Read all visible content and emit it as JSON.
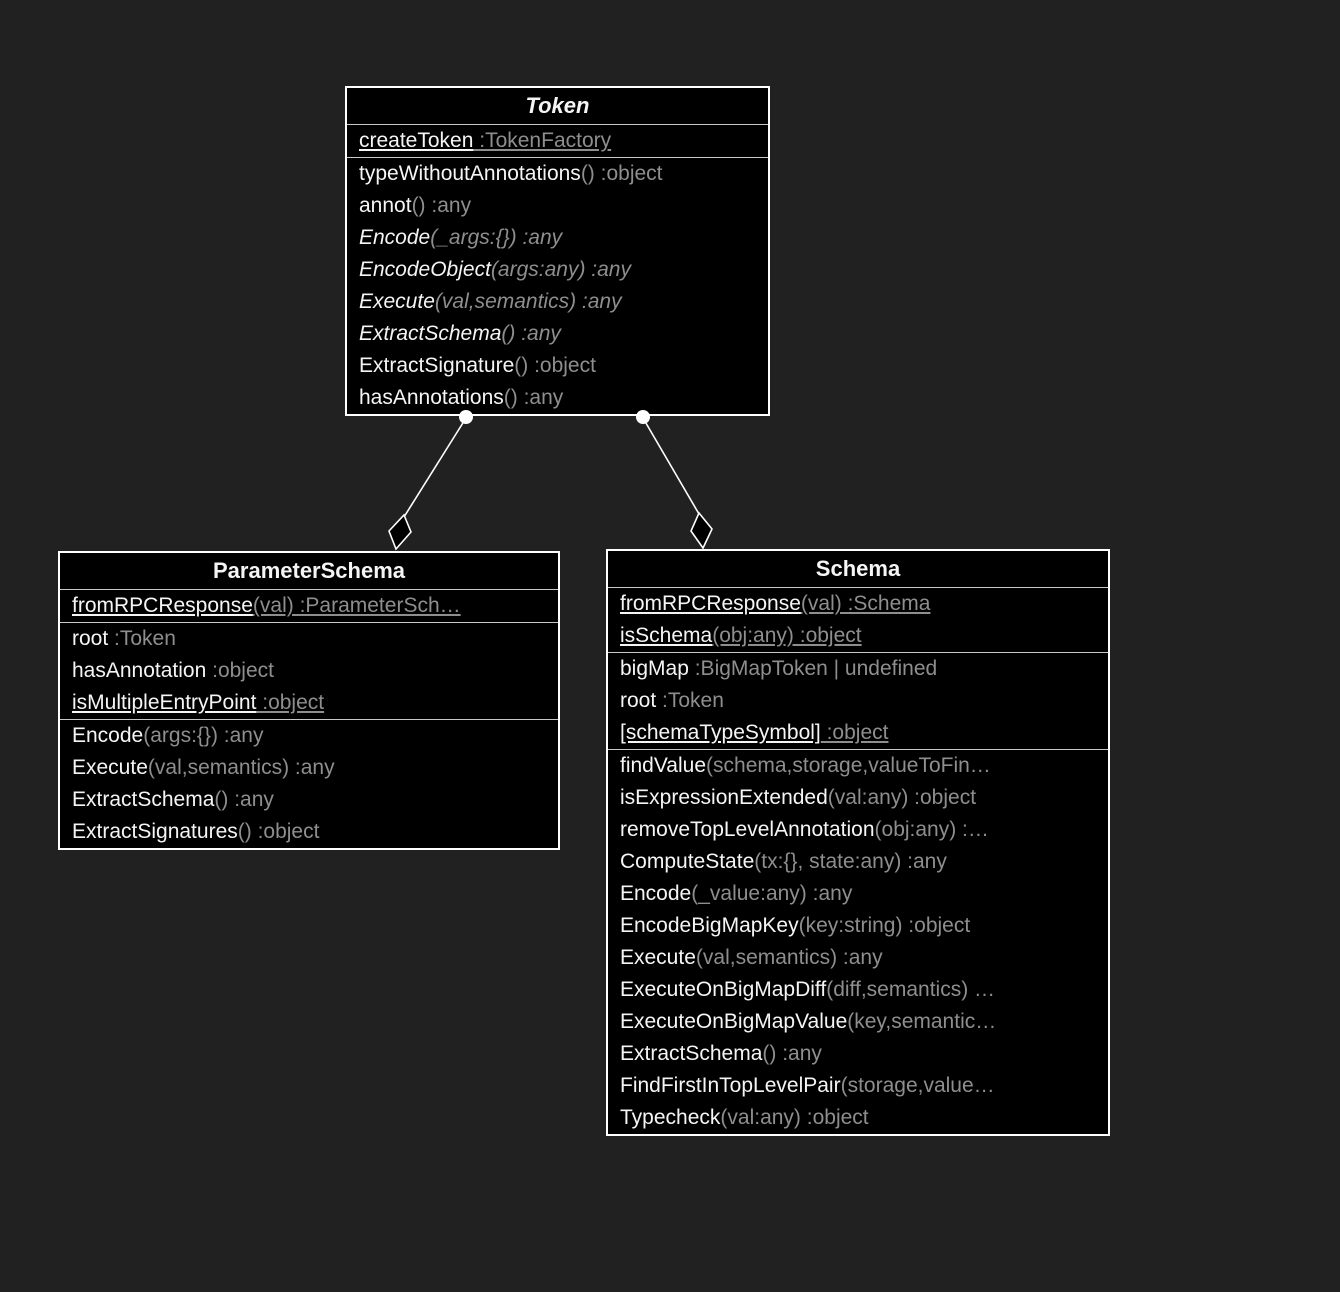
{
  "diagram": {
    "type": "uml-class-diagram",
    "colors": {
      "background": "#212121",
      "box_fill": "#000000",
      "box_border": "#ffffff",
      "member_name_text": "#f5f5f5",
      "member_signature_text": "#8e8e8e",
      "separator": "#c8c8c8"
    },
    "classes": [
      {
        "id": "token",
        "title": "Token",
        "abstract": true,
        "sections": [
          {
            "rows": [
              {
                "name": "createToken",
                "sig": " :TokenFactory",
                "static": true
              }
            ]
          },
          {
            "rows": [
              {
                "name": "typeWithoutAnnotations",
                "sig": "() :object"
              },
              {
                "name": "annot",
                "sig": "() :any"
              },
              {
                "name": "Encode",
                "sig": "(_args:{}) :any",
                "abstract": true
              },
              {
                "name": "EncodeObject",
                "sig": "(args:any) :any",
                "abstract": true
              },
              {
                "name": "Execute",
                "sig": "(val,semantics) :any",
                "abstract": true
              },
              {
                "name": "ExtractSchema",
                "sig": "() :any",
                "abstract": true
              },
              {
                "name": "ExtractSignature",
                "sig": "() :object"
              },
              {
                "name": "hasAnnotations",
                "sig": "() :any"
              }
            ]
          }
        ]
      },
      {
        "id": "parameterschema",
        "title": "ParameterSchema",
        "abstract": false,
        "sections": [
          {
            "rows": [
              {
                "name": "fromRPCResponse",
                "sig": "(val) :ParameterSch…",
                "static": true
              }
            ]
          },
          {
            "rows": [
              {
                "name": "root",
                "sig": " :Token"
              },
              {
                "name": "hasAnnotation",
                "sig": " :object"
              },
              {
                "name": "isMultipleEntryPoint",
                "sig": " :object",
                "static": true
              }
            ]
          },
          {
            "rows": [
              {
                "name": "Encode",
                "sig": "(args:{}) :any"
              },
              {
                "name": "Execute",
                "sig": "(val,semantics) :any"
              },
              {
                "name": "ExtractSchema",
                "sig": "() :any"
              },
              {
                "name": "ExtractSignatures",
                "sig": "() :object"
              }
            ]
          }
        ]
      },
      {
        "id": "schema",
        "title": "Schema",
        "abstract": false,
        "sections": [
          {
            "rows": [
              {
                "name": "fromRPCResponse",
                "sig": "(val) :Schema",
                "static": true
              },
              {
                "name": "isSchema",
                "sig": "(obj:any) :object",
                "static": true
              }
            ]
          },
          {
            "rows": [
              {
                "name": "bigMap",
                "sig": " :BigMapToken | undefined"
              },
              {
                "name": "root",
                "sig": " :Token"
              },
              {
                "name": "[schemaTypeSymbol]",
                "sig": " :object",
                "static": true
              }
            ]
          },
          {
            "rows": [
              {
                "name": "findValue",
                "sig": "(schema,storage,valueToFin…"
              },
              {
                "name": "isExpressionExtended",
                "sig": "(val:any) :object"
              },
              {
                "name": "removeTopLevelAnnotation",
                "sig": "(obj:any) :…"
              },
              {
                "name": "ComputeState",
                "sig": "(tx:{}, state:any) :any"
              },
              {
                "name": "Encode",
                "sig": "(_value:any) :any"
              },
              {
                "name": "EncodeBigMapKey",
                "sig": "(key:string) :object"
              },
              {
                "name": "Execute",
                "sig": "(val,semantics) :any"
              },
              {
                "name": "ExecuteOnBigMapDiff",
                "sig": "(diff,semantics) …"
              },
              {
                "name": "ExecuteOnBigMapValue",
                "sig": "(key,semantic…"
              },
              {
                "name": "ExtractSchema",
                "sig": "() :any"
              },
              {
                "name": "FindFirstInTopLevelPair",
                "sig": "(storage,value…"
              },
              {
                "name": "Typecheck",
                "sig": "(val:any) :object"
              }
            ]
          }
        ]
      }
    ],
    "relations": [
      {
        "from": "Token",
        "to": "ParameterSchema",
        "type": "aggregation"
      },
      {
        "from": "Token",
        "to": "Schema",
        "type": "aggregation"
      }
    ]
  }
}
